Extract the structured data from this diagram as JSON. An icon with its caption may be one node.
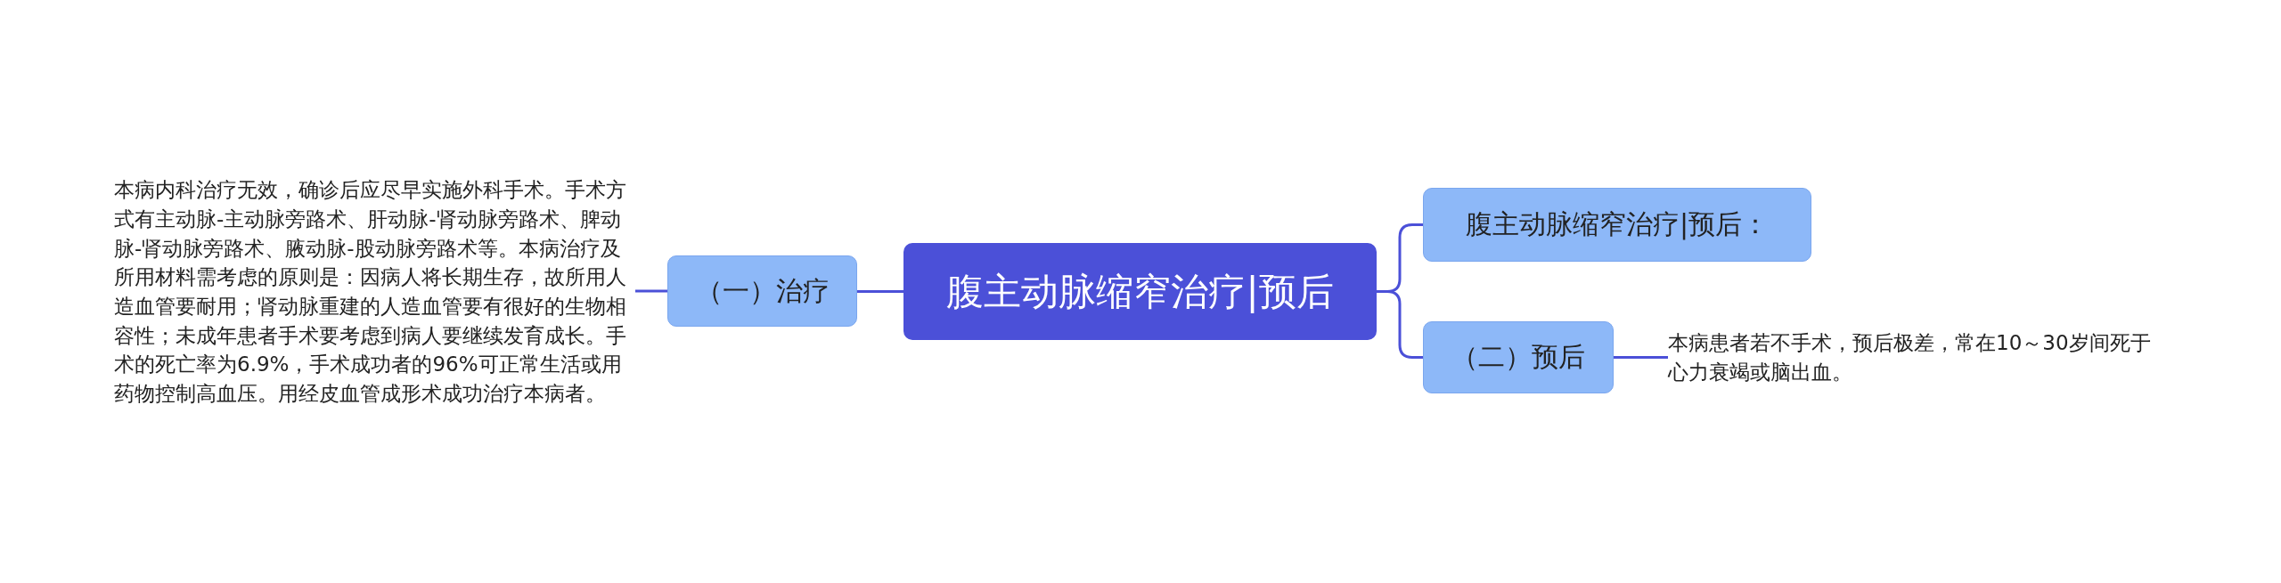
{
  "diagram": {
    "nodes": [
      {
        "text": [
          "腹主动脉缩窄治疗|预后"
        ]
      },
      {
        "text": [
          "（一）治疗"
        ]
      },
      {
        "text": [
          "本病内科治疗无效，确诊后应尽早实施外科手术。手术方式有主动脉-主动脉旁路术、肝动脉-肾动脉旁路术、脾动脉-肾动脉旁路术、腋动脉-股动脉旁路术等。本病治疗及所用材料需考虑的原则是：因病人将长期生存，故所用人造血管要耐用；肾动脉重建的人造血管要有很好的生物相容性；未成年患者手术要考虑到病人要继续发育成长。手术的死亡率为6.9%，手术成功者的96%可正常生活或用药物控制高血压。用经皮血管成形术成功治疗本病者。"
        ]
      },
      {
        "text": [
          "腹主动脉缩窄治疗|预后："
        ]
      },
      {
        "text": [
          "（二）预后"
        ]
      },
      {
        "text": [
          "本病患者若不手术，预后极差，常在10～30岁间死于心力衰竭或脑出血。"
        ]
      }
    ],
    "edges": [
      {
        "from": 0,
        "to": 1,
        "arrow": "none"
      },
      {
        "from": 1,
        "to": 2,
        "arrow": "none"
      },
      {
        "from": 0,
        "to": 3,
        "arrow": "none"
      },
      {
        "from": 0,
        "to": 4,
        "arrow": "none"
      },
      {
        "from": 4,
        "to": 5,
        "arrow": "none"
      }
    ]
  }
}
